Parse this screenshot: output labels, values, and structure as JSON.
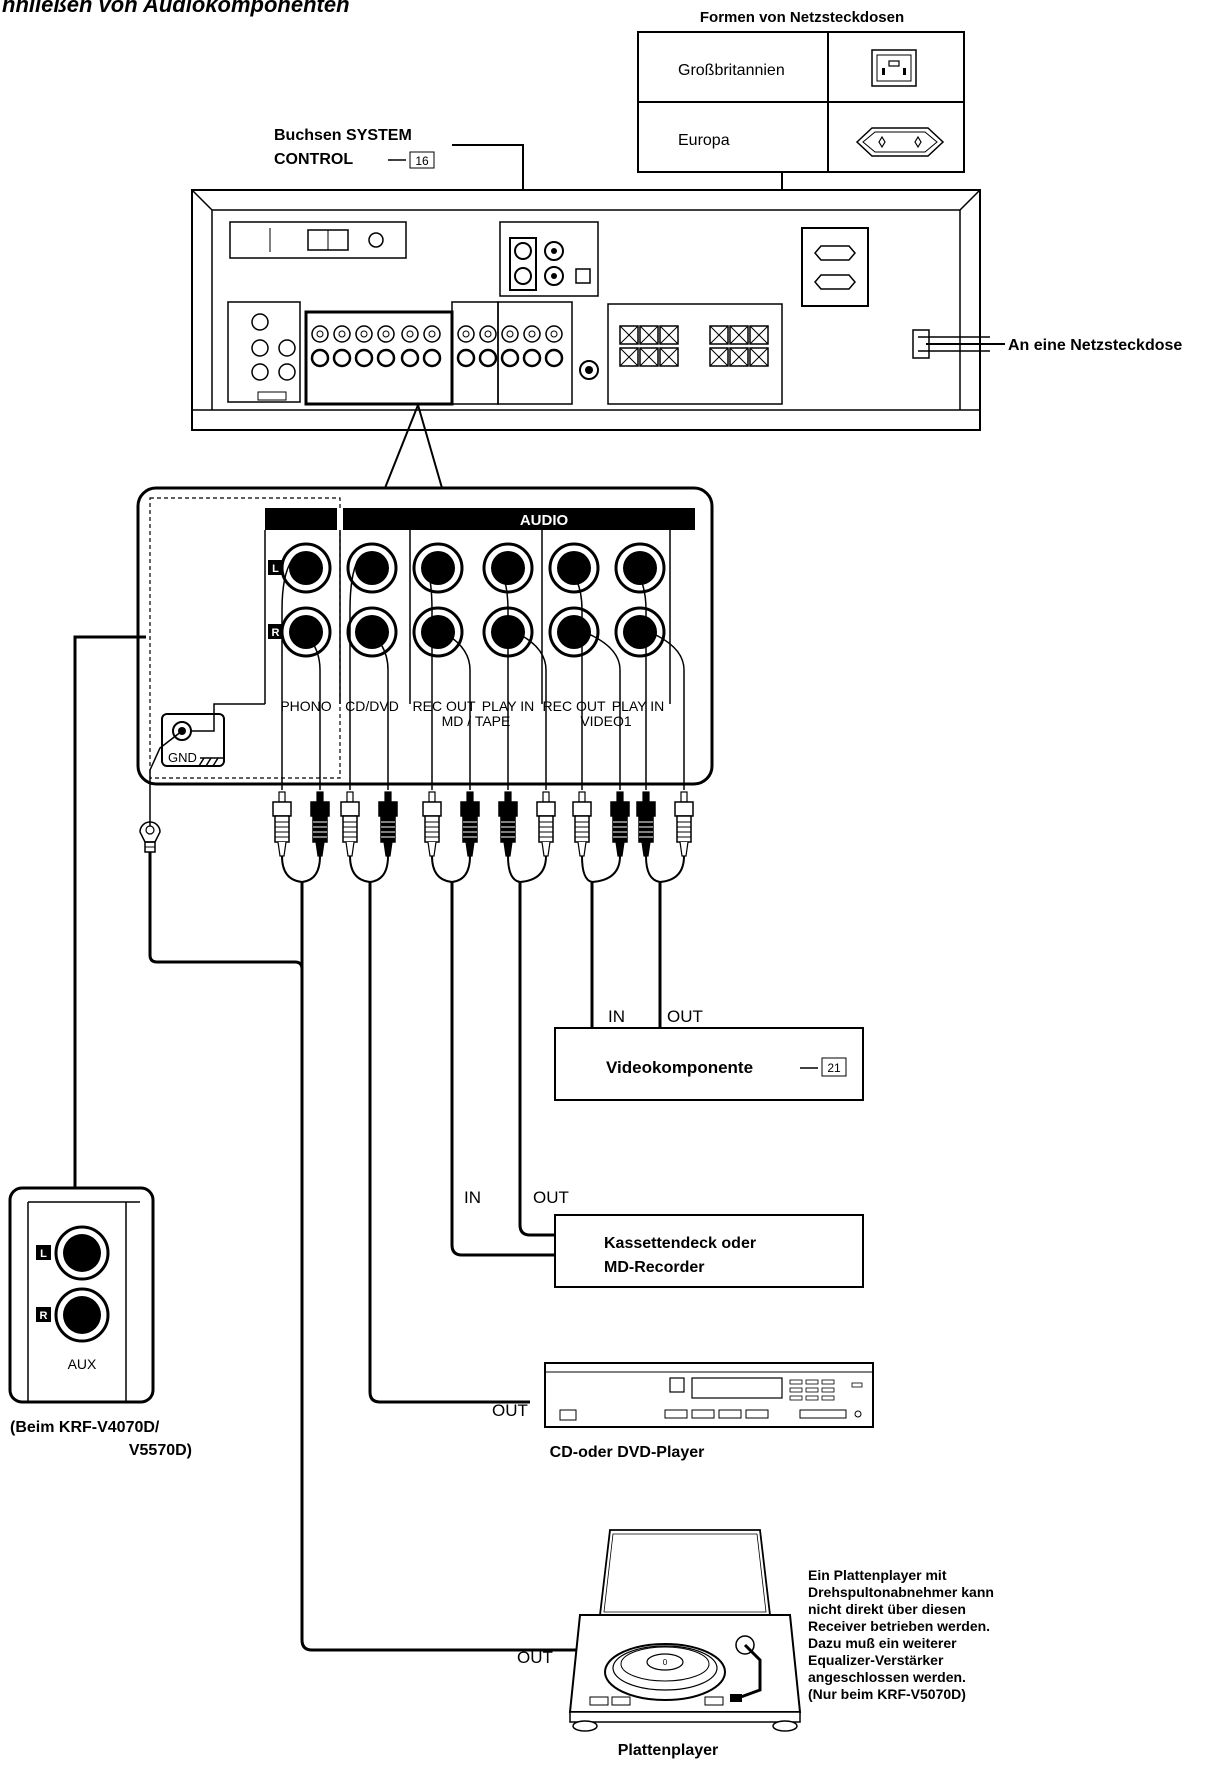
{
  "page_title": "nnließen von Audiokomponenten",
  "outlet_table": {
    "title": "Formen von Netzsteckdosen",
    "rows": [
      {
        "label": "Großbritannien",
        "icon": "uk-plug-icon"
      },
      {
        "label": "Europa",
        "icon": "eu-plug-icon"
      }
    ]
  },
  "system_control": {
    "line1": "Buchsen SYSTEM",
    "line2": "CONTROL",
    "ref": "16"
  },
  "mains_label": "An eine Netzsteckdose",
  "panel": {
    "header": "AUDIO",
    "left": "L",
    "right": "R",
    "gnd": "GND",
    "labels": [
      "PHONO",
      "CD/DVD",
      "REC OUT",
      "PLAY IN",
      "REC OUT",
      "PLAY IN"
    ],
    "group_md": "MD / TAPE",
    "group_video": "VIDEO1"
  },
  "aux_box": {
    "left": "L",
    "right": "R",
    "label": "AUX",
    "note1": "(Beim KRF-V4070D/",
    "note2": "V5570D)"
  },
  "video_component": {
    "label": "Videokomponente",
    "ref": "21",
    "in": "IN",
    "out": "OUT"
  },
  "cassette": {
    "line1": "Kassettendeck oder",
    "line2": "MD-Recorder",
    "in": "IN",
    "out": "OUT"
  },
  "cd_player": {
    "label": "CD-oder DVD-Player",
    "out": "OUT"
  },
  "turntable": {
    "label": "Plattenplayer",
    "out": "OUT",
    "disc_mark": "0"
  },
  "turntable_note": [
    "Ein Plattenplayer mit",
    "Drehspultonabnehmer kann",
    "nicht direkt über diesen",
    "Receiver betrieben werden.",
    "Dazu muß ein weiterer",
    "Equalizer-Verstärker",
    "angeschlossen werden.",
    "(Nur beim KRF-V5070D)"
  ]
}
